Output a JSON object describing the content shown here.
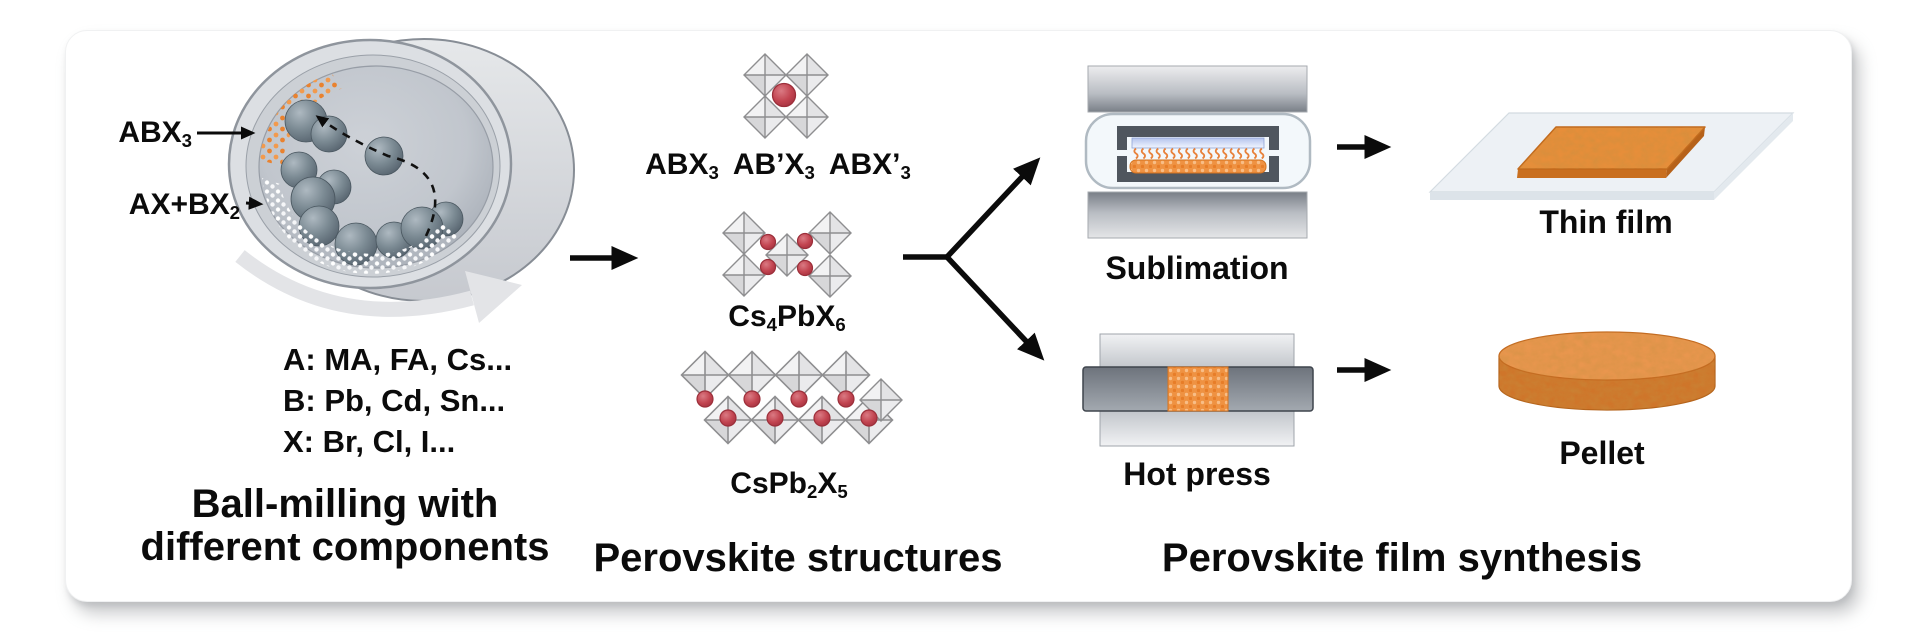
{
  "mill": {
    "pointer1": {
      "base": "ABX",
      "sub": "3"
    },
    "pointer2": {
      "base": "AX+BX",
      "sub": "2"
    },
    "components": [
      "A: MA, FA, Cs...",
      "B: Pb, Cd, Sn...",
      "X: Br, Cl, I..."
    ],
    "caption1": "Ball-milling with",
    "caption2": "different components"
  },
  "structures": {
    "formulas": {
      "f1": {
        "base": "ABX",
        "sub": "3"
      },
      "f2": {
        "base": "AB’X",
        "sub": "3"
      },
      "f3": {
        "base": "ABX’",
        "sub": "3"
      }
    },
    "cs4pbx6": {
      "p1": "Cs",
      "s1": "4",
      "p2": "PbX",
      "s2": "6"
    },
    "cspb2x5": {
      "p1": "CsPb",
      "s1": "2",
      "p2": "X",
      "s2": "5"
    },
    "caption": "Perovskite structures"
  },
  "synthesis": {
    "sublimation": "Sublimation",
    "hot_press": "Hot press",
    "thin_film": "Thin film",
    "pellet": "Pellet",
    "caption": "Perovskite film synthesis"
  },
  "colors": {
    "powder_orange": "#EE8C3C",
    "cation_red": "#C24450",
    "ball_grey": "#6E7C87",
    "octahedron_grey": "#E4E4E6",
    "arrow_black": "#0B0B0B"
  }
}
